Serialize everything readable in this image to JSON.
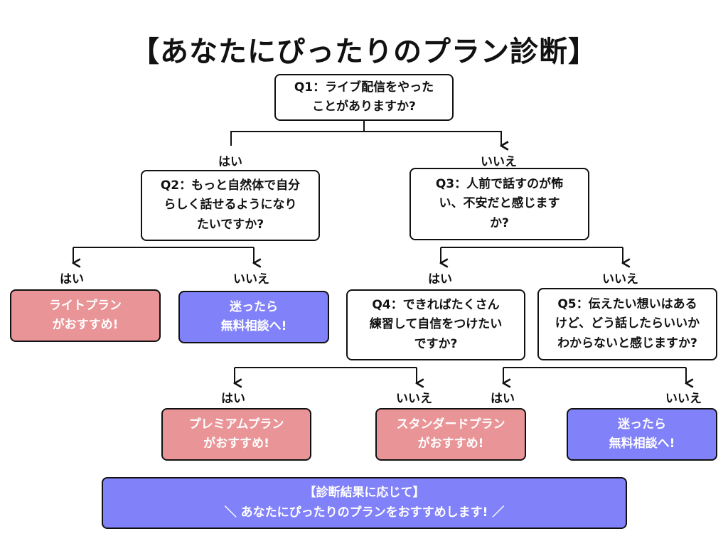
{
  "title": "【あなたにぴったりのプラン診断】",
  "q1": "Q1：ライブ配信をやった\nことがありますか?",
  "q2": "Q2：もっと自然体で自分\nらしく話せるようになり\nたいですか?",
  "q3": "Q3：人前で話すのが怖\nい、不安だと感じます\nか?",
  "q4": "Q4：できればたくさん\n練習して自信をつけたい\nですか?",
  "q5": "Q5：伝えたい想いはある\nけど、どう話したらいいか\nわからないと感じますか?",
  "result_light": "ライトプラン\nがおすすめ!",
  "result_consult_a": "迷ったら\n無料相談へ!",
  "result_premium": "プレミアムプラン\nがおすすめ!",
  "result_standard": "スタンダードプラン\nがおすすめ!",
  "result_consult_b": "迷ったら\n無料相談へ!",
  "footer": "【診断結果に応じて】\n＼ あなたにぴったりのプランをおすすめします! ／",
  "yes": "はい",
  "no": "いいえ",
  "colors": {
    "pink": "#e99598",
    "blue": "#8181f9",
    "line": "#111111"
  }
}
